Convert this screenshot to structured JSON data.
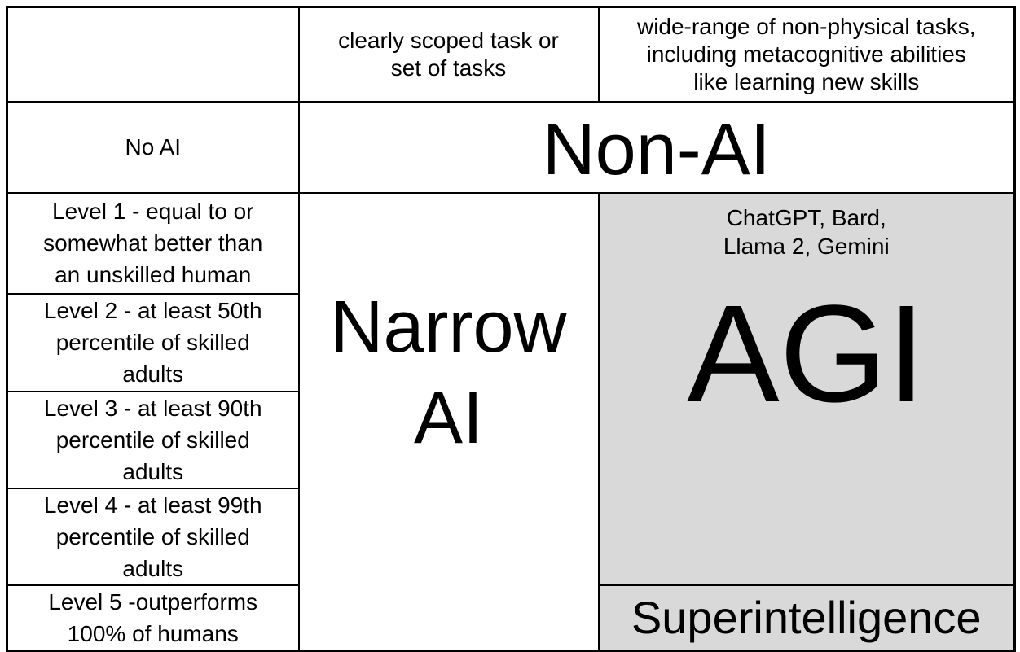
{
  "colors": {
    "highlight_gray": "#d9d9d9",
    "border": "#000000",
    "background": "#ffffff",
    "text": "#000000"
  },
  "header_row": {
    "corner_label": "",
    "task_scope_narrow_lines": [
      "clearly scoped task or",
      "set of tasks"
    ],
    "task_scope_general_lines": [
      "wide-range of non-physical tasks,",
      "including metacognitive abilities",
      "like learning new skills"
    ]
  },
  "no_ai_row": {
    "row_label": "No AI",
    "category_label": "Non-AI"
  },
  "level_rows": [
    {
      "lines": [
        "Level 1 - equal to or",
        "somewhat better than",
        "an unskilled human"
      ]
    },
    {
      "lines": [
        "Level 2 - at least 50th",
        "percentile of skilled",
        "adults"
      ]
    },
    {
      "lines": [
        "Level 3 - at least 90th",
        "percentile of skilled",
        "adults"
      ]
    },
    {
      "lines": [
        "Level 4 - at least 99th",
        "percentile of skilled",
        "adults"
      ]
    },
    {
      "lines": [
        "Level 5 -outperforms",
        "100% of humans"
      ]
    }
  ],
  "narrow_ai_cell": {
    "lines": [
      "Narrow",
      "AI"
    ]
  },
  "agi_cell": {
    "example_models_lines": [
      "ChatGPT, Bard,",
      "Llama 2, Gemini"
    ],
    "label": "AGI"
  },
  "superintelligence_cell": {
    "label": "Superintelligence"
  }
}
